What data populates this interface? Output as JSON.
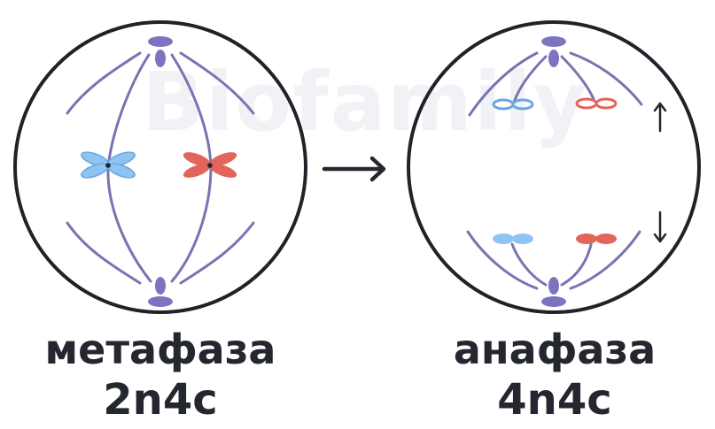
{
  "watermark": "Biofamily",
  "stages": [
    {
      "name": "метафаза",
      "formula": "2n4c"
    },
    {
      "name": "анафаза",
      "formula": "4n4c"
    }
  ],
  "colors": {
    "spindle": "#7a73b3",
    "centriole": "#7d74c0",
    "cell_outline": "#1f2229",
    "chromosome_blue": "#8ec3f2",
    "chromosome_blue_outline": "#6aa7e2",
    "chromosome_red": "#e2655c",
    "text": "#24272f",
    "arrow": "#24272f"
  }
}
